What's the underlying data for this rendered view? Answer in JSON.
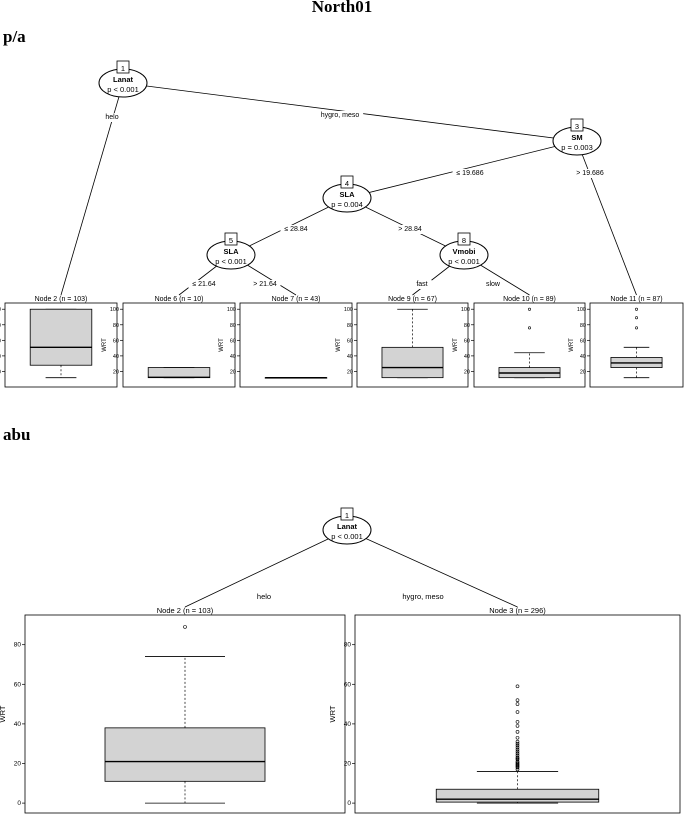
{
  "page_title": "North01",
  "sections": [
    {
      "label": "p/a",
      "inner_nodes": [
        {
          "id": "1",
          "var": "Lanat",
          "p": "p < 0.001"
        },
        {
          "id": "3",
          "var": "SM",
          "p": "p = 0.003"
        },
        {
          "id": "4",
          "var": "SLA",
          "p": "p = 0.004"
        },
        {
          "id": "5",
          "var": "SLA",
          "p": "p < 0.001"
        },
        {
          "id": "8",
          "var": "Vmobi",
          "p": "p < 0.001"
        }
      ],
      "edges": [
        {
          "from": "1",
          "to": "2",
          "label": "helo"
        },
        {
          "from": "1",
          "to": "3",
          "label": "hygro, meso"
        },
        {
          "from": "3",
          "to": "4",
          "label": "≤ 19.686"
        },
        {
          "from": "3",
          "to": "11",
          "label": "> 19.686"
        },
        {
          "from": "4",
          "to": "5",
          "label": "≤ 28.84"
        },
        {
          "from": "4",
          "to": "8",
          "label": "> 28.84"
        },
        {
          "from": "5",
          "to": "6",
          "label": "≤ 21.64"
        },
        {
          "from": "5",
          "to": "7",
          "label": "> 21.64"
        },
        {
          "from": "8",
          "to": "9",
          "label": "fast"
        },
        {
          "from": "8",
          "to": "10",
          "label": "slow"
        }
      ],
      "ylabel": "WRT",
      "y_ticks": [
        20,
        40,
        60,
        80,
        100
      ],
      "ylim": [
        0,
        108
      ],
      "terminal_nodes": [
        {
          "id": "2",
          "title": "Node 2 (n = 103)",
          "whisker_low": 12,
          "q1": 28,
          "median": 51,
          "q3": 100,
          "whisker_high": 100,
          "outliers": []
        },
        {
          "id": "6",
          "title": "Node 6 (n = 10)",
          "whisker_low": 12,
          "q1": 12,
          "median": 12.5,
          "q3": 25,
          "whisker_high": 25,
          "outliers": []
        },
        {
          "id": "7",
          "title": "Node 7 (n = 43)",
          "whisker_low": 12,
          "q1": 12,
          "median": 12,
          "q3": 12,
          "whisker_high": 12,
          "outliers": []
        },
        {
          "id": "9",
          "title": "Node 9 (n = 67)",
          "whisker_low": 12,
          "q1": 12,
          "median": 25,
          "q3": 51,
          "whisker_high": 100,
          "outliers": []
        },
        {
          "id": "10",
          "title": "Node 10 (n = 89)",
          "whisker_low": 12,
          "q1": 12,
          "median": 18,
          "q3": 25,
          "whisker_high": 44,
          "outliers": [
            76,
            100
          ]
        },
        {
          "id": "11",
          "title": "Node 11 (n = 87)",
          "whisker_low": 12,
          "q1": 25,
          "median": 31,
          "q3": 38,
          "whisker_high": 51,
          "outliers": [
            76,
            89,
            100
          ]
        }
      ]
    },
    {
      "label": "abu",
      "inner_nodes": [
        {
          "id": "1",
          "var": "Lanat",
          "p": "p < 0.001"
        }
      ],
      "edges": [
        {
          "from": "1",
          "to": "2",
          "label": "helo"
        },
        {
          "from": "1",
          "to": "3",
          "label": "hygro, meso"
        }
      ],
      "ylabel": "WRT",
      "y_ticks": [
        0,
        20,
        40,
        60,
        80
      ],
      "ylim": [
        -5,
        95
      ],
      "terminal_nodes": [
        {
          "id": "2",
          "title": "Node 2 (n = 103)",
          "whisker_low": 0,
          "q1": 11,
          "median": 21,
          "q3": 38,
          "whisker_high": 74,
          "outliers": [
            89
          ]
        },
        {
          "id": "3",
          "title": "Node 3 (n = 296)",
          "whisker_low": 0,
          "q1": 0.5,
          "median": 2,
          "q3": 7,
          "whisker_high": 16,
          "outliers": [
            17,
            18,
            18.5,
            19,
            19.5,
            20,
            20.5,
            21,
            22,
            22.5,
            23,
            24,
            25,
            26,
            27,
            28,
            29,
            30,
            31,
            33,
            36,
            39,
            41,
            46,
            50,
            52,
            59
          ]
        }
      ]
    }
  ]
}
